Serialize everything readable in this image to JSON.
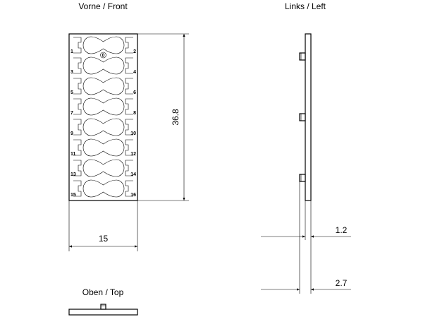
{
  "views": {
    "front": {
      "title": "Vorne / Front"
    },
    "left": {
      "title": "Links / Left"
    },
    "top": {
      "title": "Oben / Top"
    }
  },
  "dimensions": {
    "height": "36.8",
    "width": "15",
    "thickness_body": "1.2",
    "thickness_total": "2.7"
  },
  "pin_labels_left": [
    "1",
    "3",
    "5",
    "7",
    "9",
    "11",
    "13",
    "15"
  ],
  "pin_labels_right": [
    "2",
    "4",
    "6",
    "8",
    "10",
    "12",
    "14",
    "16"
  ],
  "center_marker": "0"
}
